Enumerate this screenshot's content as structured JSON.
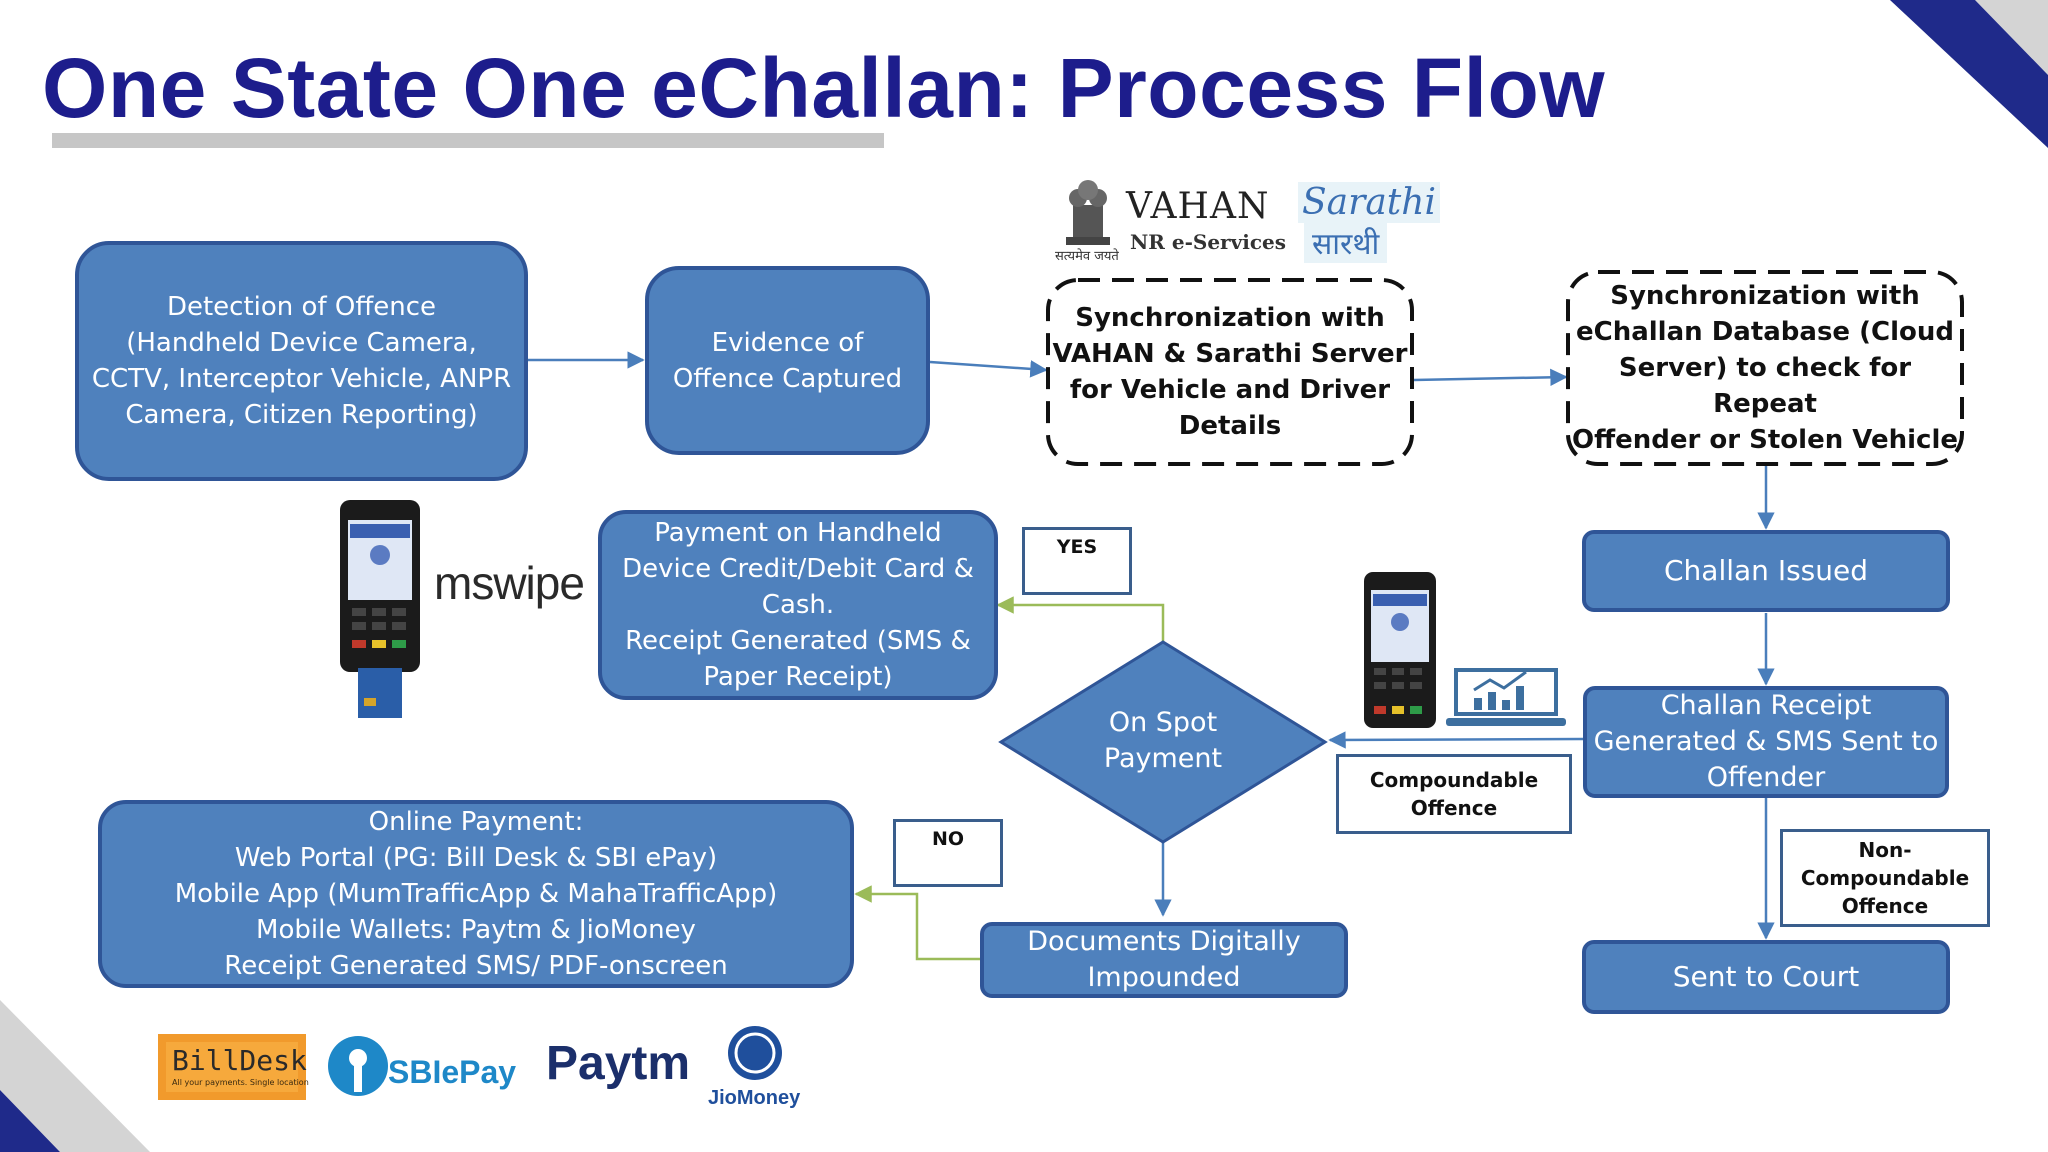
{
  "title": "One State One eChallan: Process Flow",
  "boxes": {
    "detection": "Detection of Offence\n(Handheld Device Camera,\nCCTV, Interceptor Vehicle, ANPR\nCamera, Citizen Reporting)",
    "evidence": "Evidence of\nOffence Captured",
    "sync_vahan": "Synchronization with\nVAHAN & Sarathi Server\nfor Vehicle and Driver\nDetails",
    "sync_echallan": "Synchronization with\neChallan Database (Cloud\nServer) to check for Repeat\nOffender or Stolen Vehicle",
    "challan_issued": "Challan Issued",
    "challan_receipt": "Challan Receipt\nGenerated & SMS Sent to\nOffender",
    "payment_handheld": "Payment on Handheld\nDevice Credit/Debit Card &\nCash.\nReceipt Generated (SMS &\nPaper Receipt)",
    "on_spot": "On Spot\nPayment",
    "online_payment": "Online Payment:\nWeb Portal (PG: Bill Desk & SBI ePay)\nMobile App (MumTrafficApp & MahaTrafficApp)\nMobile Wallets: Paytm & JioMoney\nReceipt Generated SMS/ PDF-onscreen",
    "documents": "Documents Digitally\nImpounded",
    "court": "Sent to Court"
  },
  "labels": {
    "yes": "YES",
    "no": "NO",
    "compoundable": "Compoundable\nOffence",
    "non_compoundable": "Non-\nCompoundable\nOffence"
  },
  "logos": {
    "vahan": "VAHAN",
    "vahan_sub": "NR e-Services",
    "emblem_motto": "सत्यमेव जयते",
    "sarathi_en": "Sarathi",
    "sarathi_hi": "सारथी",
    "mswipe": "mswipe",
    "billdesk": "BillDesk",
    "billdesk_tag": "All your payments. Single location",
    "sbiepay": "SBIePay",
    "paytm": "Paytm",
    "jiomoney": "JioMoney"
  },
  "colors": {
    "title": "#1d1d8c",
    "box_fill": "#4f81bd",
    "box_border": "#2f5597",
    "arrow": "#4a7ebb",
    "green_arrow": "#9bbb59",
    "corner_navy": "#1f2a8a"
  }
}
